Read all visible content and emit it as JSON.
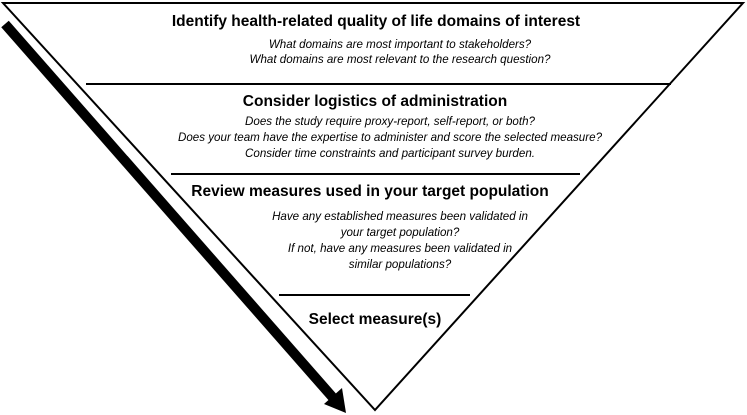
{
  "stages": [
    {
      "heading": "Identify health-related quality of life domains of interest",
      "questions": [
        "What domains are most important to stakeholders?",
        "What domains are most relevant to the research question?"
      ]
    },
    {
      "heading": "Consider logistics of administration",
      "questions": [
        "Does the study require proxy-report, self-report,  or both?",
        "Does your team have the expertise to administer and score the selected measure?",
        "Consider time constraints and participant survey burden."
      ]
    },
    {
      "heading": "Review measures used in your target population",
      "questions": [
        "Have any established measures been validated in",
        "your target population?",
        "If not, have any measures been validated in",
        "similar populations?"
      ]
    },
    {
      "heading": "Select measure(s)",
      "questions": []
    }
  ],
  "colors": {
    "outline": "#000000",
    "fill": "#ffffff",
    "arrow": "#000000"
  }
}
